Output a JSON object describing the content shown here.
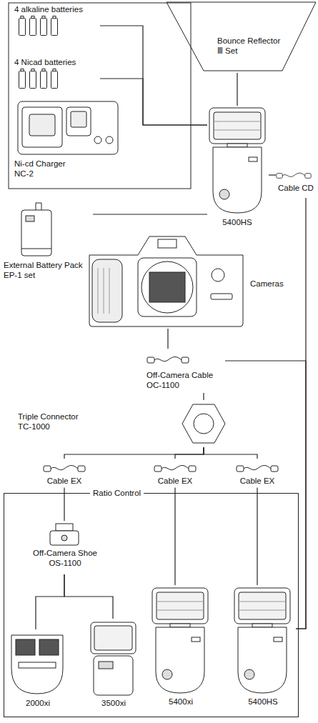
{
  "diagram": {
    "nodes": [
      {
        "text": [
          "Bounce Reflector Ⅲ Set"
        ]
      },
      {
        "text": [
          "4 alkaline batteries"
        ]
      },
      {
        "text": [
          "4 Nicad batteries"
        ]
      },
      {
        "text": [
          "Ni-cd Charger NC-2"
        ]
      },
      {
        "text": [
          "5400HS"
        ]
      },
      {
        "text": [
          "Cable CD"
        ]
      },
      {
        "text": [
          "External Battery Pack EP-1 set"
        ]
      },
      {
        "text": [
          "Cameras"
        ]
      },
      {
        "text": [
          "Off-Camera Cable OC-1100"
        ]
      },
      {
        "text": [
          "Triple Connector TC-1000"
        ]
      },
      {
        "text": [
          "Cable EX"
        ]
      },
      {
        "text": [
          "Cable EX"
        ]
      },
      {
        "text": [
          "Cable EX"
        ]
      },
      {
        "text": [
          "Ratio Control"
        ]
      },
      {
        "text": [
          "Off-Camera Shoe OS-1100"
        ],
        "in": 13
      },
      {
        "text": [
          "2000xi"
        ],
        "in": 13
      },
      {
        "text": [
          "3500xi"
        ],
        "in": 13
      },
      {
        "text": [
          "5400xi"
        ],
        "in": 13
      },
      {
        "text": [
          "5400HS"
        ],
        "in": 13
      }
    ],
    "edges": [
      {
        "from": 0,
        "to": 4,
        "arrow": "none"
      },
      {
        "from": 1,
        "to": 4,
        "arrow": "none"
      },
      {
        "from": 2,
        "to": 4,
        "arrow": "none"
      },
      {
        "from": 6,
        "to": 4,
        "arrow": "none"
      },
      {
        "from": 4,
        "to": 5,
        "arrow": "none"
      },
      {
        "from": 5,
        "to": 18,
        "arrow": "none"
      },
      {
        "from": 7,
        "to": 8,
        "arrow": "none"
      },
      {
        "from": 8,
        "to": 18,
        "arrow": "none"
      },
      {
        "from": 8,
        "to": 9,
        "arrow": "none"
      },
      {
        "from": 9,
        "to": 10,
        "arrow": "none"
      },
      {
        "from": 9,
        "to": 11,
        "arrow": "none"
      },
      {
        "from": 9,
        "to": 12,
        "arrow": "none"
      },
      {
        "from": 10,
        "to": 14,
        "arrow": "none"
      },
      {
        "from": 11,
        "to": 17,
        "arrow": "none"
      },
      {
        "from": 12,
        "to": 18,
        "arrow": "none"
      },
      {
        "from": 14,
        "to": 15,
        "arrow": "none"
      },
      {
        "from": 14,
        "to": 16,
        "arrow": "none"
      }
    ]
  }
}
